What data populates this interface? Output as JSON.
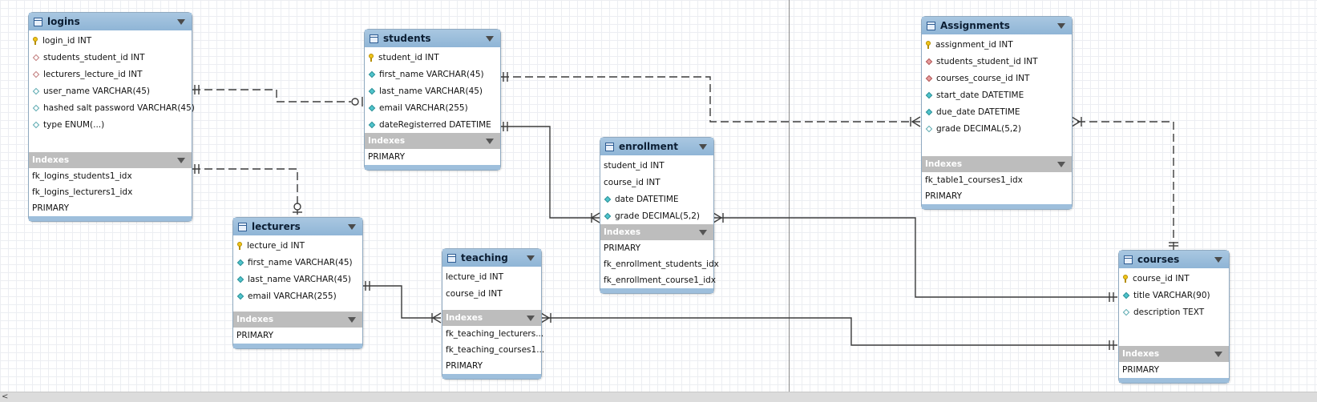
{
  "tables": {
    "logins": {
      "title": "logins",
      "columns": [
        {
          "text": "login_id INT",
          "icon": "primary-key-icon"
        },
        {
          "text": "students_student_id INT",
          "icon": "foreign-key-diamond-icon"
        },
        {
          "text": "lecturers_lecture_id INT",
          "icon": "foreign-key-diamond-icon"
        },
        {
          "text": "user_name VARCHAR(45)",
          "icon": "nullable-diamond-icon"
        },
        {
          "text": "hashed salt password VARCHAR(45)",
          "icon": "nullable-diamond-icon"
        },
        {
          "text": "type ENUM(...)",
          "icon": "nullable-diamond-icon"
        }
      ],
      "indexes_label": "Indexes",
      "indexes": [
        "fk_logins_students1_idx",
        "fk_logins_lecturers1_idx",
        "PRIMARY"
      ]
    },
    "students": {
      "title": "students",
      "columns": [
        {
          "text": "student_id INT",
          "icon": "primary-key-icon"
        },
        {
          "text": "first_name VARCHAR(45)",
          "icon": "not-null-diamond-icon"
        },
        {
          "text": "last_name VARCHAR(45)",
          "icon": "not-null-diamond-icon"
        },
        {
          "text": "email VARCHAR(255)",
          "icon": "not-null-diamond-icon"
        },
        {
          "text": "dateRegisterred DATETIME",
          "icon": "not-null-diamond-icon"
        }
      ],
      "indexes_label": "Indexes",
      "indexes": [
        "PRIMARY"
      ]
    },
    "lecturers": {
      "title": "lecturers",
      "columns": [
        {
          "text": "lecture_id INT",
          "icon": "primary-key-icon"
        },
        {
          "text": "first_name VARCHAR(45)",
          "icon": "not-null-diamond-icon"
        },
        {
          "text": "last_name VARCHAR(45)",
          "icon": "not-null-diamond-icon"
        },
        {
          "text": "email VARCHAR(255)",
          "icon": "not-null-diamond-icon"
        }
      ],
      "indexes_label": "Indexes",
      "indexes": [
        "PRIMARY"
      ]
    },
    "teaching": {
      "title": "teaching",
      "columns": [
        {
          "text": "lecture_id INT",
          "icon": ""
        },
        {
          "text": "course_id INT",
          "icon": ""
        }
      ],
      "indexes_label": "Indexes",
      "indexes": [
        "fk_teaching_lecturers...",
        "fk_teaching_courses1...",
        "PRIMARY"
      ]
    },
    "enrollment": {
      "title": "enrollment",
      "columns": [
        {
          "text": "student_id INT",
          "icon": ""
        },
        {
          "text": "course_id INT",
          "icon": ""
        },
        {
          "text": "date DATETIME",
          "icon": "not-null-diamond-icon"
        },
        {
          "text": "grade DECIMAL(5,2)",
          "icon": "not-null-diamond-icon"
        }
      ],
      "indexes_label": "Indexes",
      "indexes": [
        "PRIMARY",
        "fk_enrollment_students_idx",
        "fk_enrollment_course1_idx"
      ]
    },
    "assignments": {
      "title": "Assignments",
      "columns": [
        {
          "text": "assignment_id INT",
          "icon": "primary-key-icon"
        },
        {
          "text": "students_student_id INT",
          "icon": "foreign-key-filled-diamond-icon"
        },
        {
          "text": "courses_course_id INT",
          "icon": "foreign-key-filled-diamond-icon"
        },
        {
          "text": "start_date DATETIME",
          "icon": "not-null-diamond-icon"
        },
        {
          "text": "due_date DATETIME",
          "icon": "not-null-diamond-icon"
        },
        {
          "text": "grade DECIMAL(5,2)",
          "icon": "nullable-diamond-icon"
        }
      ],
      "indexes_label": "Indexes",
      "indexes": [
        "fk_table1_courses1_idx",
        "PRIMARY"
      ]
    },
    "courses": {
      "title": "courses",
      "columns": [
        {
          "text": "course_id INT",
          "icon": "primary-key-icon"
        },
        {
          "text": "title VARCHAR(90)",
          "icon": "not-null-diamond-icon"
        },
        {
          "text": "description TEXT",
          "icon": "nullable-diamond-icon"
        }
      ],
      "indexes_label": "Indexes",
      "indexes": [
        "PRIMARY"
      ]
    }
  },
  "relationships": [
    {
      "from": "logins",
      "to": "students",
      "style": "dashed"
    },
    {
      "from": "logins",
      "to": "lecturers",
      "style": "dashed"
    },
    {
      "from": "students",
      "to": "enrollment",
      "style": "solid"
    },
    {
      "from": "students",
      "to": "assignments",
      "style": "dashed"
    },
    {
      "from": "courses",
      "to": "assignments",
      "style": "dashed"
    },
    {
      "from": "courses",
      "to": "enrollment",
      "style": "solid"
    },
    {
      "from": "lecturers",
      "to": "teaching",
      "style": "solid"
    },
    {
      "from": "courses",
      "to": "teaching",
      "style": "solid"
    }
  ],
  "colors": {
    "header": "#98bedc",
    "index_header": "#bdbdbd",
    "connector": "#3c3c3c",
    "primary_key": "#f0c419",
    "not_null": "#4fc4cc",
    "foreign_key": "#e69b9b"
  },
  "scrollbar": {
    "left_arrow": "<"
  }
}
